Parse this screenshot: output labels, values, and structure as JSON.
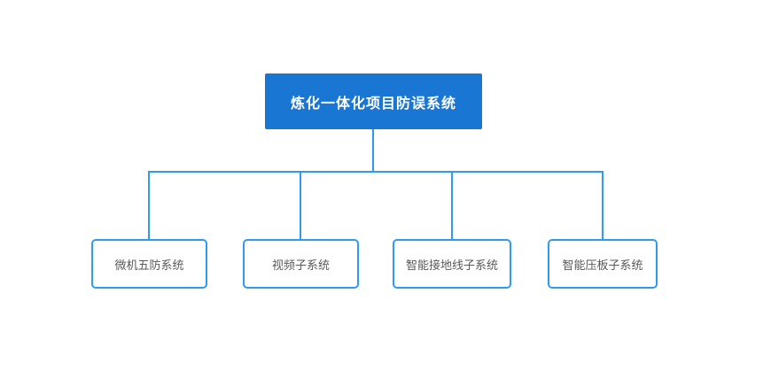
{
  "diagram": {
    "type": "org-chart-tree",
    "root": {
      "label": "炼化一体化项目防误系统"
    },
    "children": [
      {
        "label": "微机五防系统"
      },
      {
        "label": "视频子系统"
      },
      {
        "label": "智能接地线子系统"
      },
      {
        "label": "智能压板子系统"
      }
    ],
    "colors": {
      "canvas_bg": "#FFFFFF",
      "root_fill": "#1A76D3",
      "root_text": "#FFFFFF",
      "connector": "#2F9BF0",
      "child_border": "#2F9BF0",
      "child_fill": "#FFFFFF",
      "child_text": "#595959"
    }
  }
}
